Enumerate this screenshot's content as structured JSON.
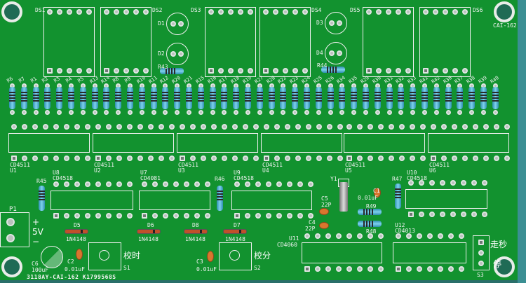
{
  "board": {
    "model": "CAI-162",
    "footer": "3118AY-CAI-162  K1799568S"
  },
  "displays": [
    "DS1",
    "DS2",
    "DS3",
    "DS4",
    "DS5",
    "DS6"
  ],
  "leds": [
    "D1",
    "D2",
    "D3",
    "D4"
  ],
  "resistors": [
    "R6",
    "R7",
    "R1",
    "R2",
    "R3",
    "R4",
    "R5",
    "R13",
    "R14",
    "R8",
    "R9",
    "R10",
    "R11",
    "R12",
    "R20",
    "R21",
    "R15",
    "R16",
    "R17",
    "R18",
    "R19",
    "R27",
    "R28",
    "R22",
    "R23",
    "R24",
    "R25",
    "R26",
    "R34",
    "R35",
    "R29",
    "R30",
    "R31",
    "R32",
    "R33",
    "R41",
    "R42",
    "R36",
    "R37",
    "R38",
    "R39",
    "R40"
  ],
  "r43": "R43",
  "r44": "R44",
  "r45": "R45",
  "r46": "R46",
  "r47": "R47",
  "r48": "R48",
  "r49": "R49",
  "decoders": [
    {
      "ref": "U1",
      "part": "CD4511"
    },
    {
      "ref": "U2",
      "part": "CD4511"
    },
    {
      "ref": "U3",
      "part": "CD4511"
    },
    {
      "ref": "U4",
      "part": "CD4511"
    },
    {
      "ref": "U5",
      "part": "CD4511"
    },
    {
      "ref": "U6",
      "part": "CD4511"
    }
  ],
  "u8": {
    "ref": "U8",
    "part": "CD4518"
  },
  "u7": {
    "ref": "U7",
    "part": "CD4081"
  },
  "u9": {
    "ref": "U9",
    "part": "CD4518"
  },
  "u10": {
    "ref": "U10",
    "part": "CD4518"
  },
  "u11": {
    "ref": "U11",
    "part": "CD4060"
  },
  "u12": {
    "ref": "U12",
    "part": "CD4013"
  },
  "diodes": [
    {
      "ref": "D5",
      "part": "1N4148"
    },
    {
      "ref": "D6",
      "part": "1N4148"
    },
    {
      "ref": "D8",
      "part": "1N4148"
    },
    {
      "ref": "D7",
      "part": "1N4148"
    }
  ],
  "c1": {
    "ref": "C1",
    "val": "0.01uF"
  },
  "c2": {
    "ref": "C2",
    "val": "0.01uF"
  },
  "c3": {
    "ref": "C3",
    "val": "0.01uF"
  },
  "c4": {
    "ref": "C4",
    "val": "22P"
  },
  "c5": {
    "ref": "C5",
    "val": "22P"
  },
  "c6": {
    "ref": "C6",
    "val": "100uF"
  },
  "y1": "Y1",
  "power": {
    "ref": "P1",
    "plus": "+",
    "voltage": "5V",
    "minus": "−"
  },
  "s1": {
    "ref": "S1",
    "label": "校时"
  },
  "s2": {
    "ref": "S2",
    "label": "校分"
  },
  "s3": {
    "ref": "S3",
    "run": "走秒",
    "stop": "停"
  }
}
